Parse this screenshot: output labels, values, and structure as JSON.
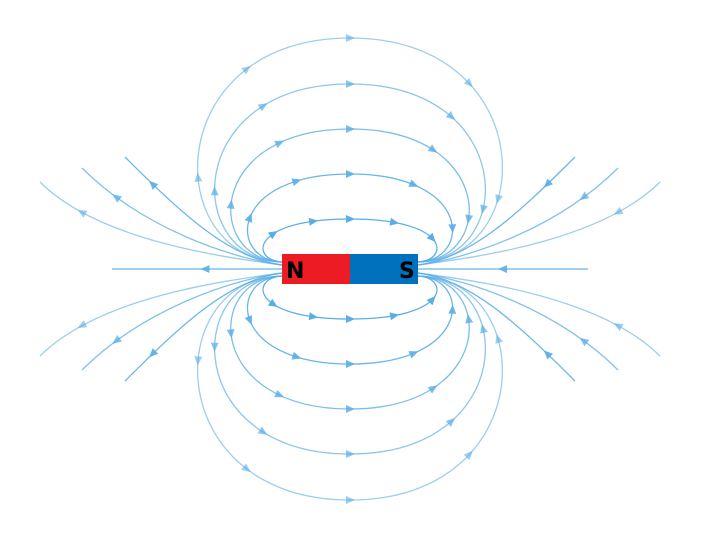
{
  "diagram": {
    "magnet": {
      "north_label": "N",
      "south_label": "S",
      "north_color": "#ed1c24",
      "south_color": "#0071bc"
    },
    "field_line_color": "#5aaee6",
    "closed_loops_per_side": 5,
    "open_lines_per_quadrant": 3
  }
}
